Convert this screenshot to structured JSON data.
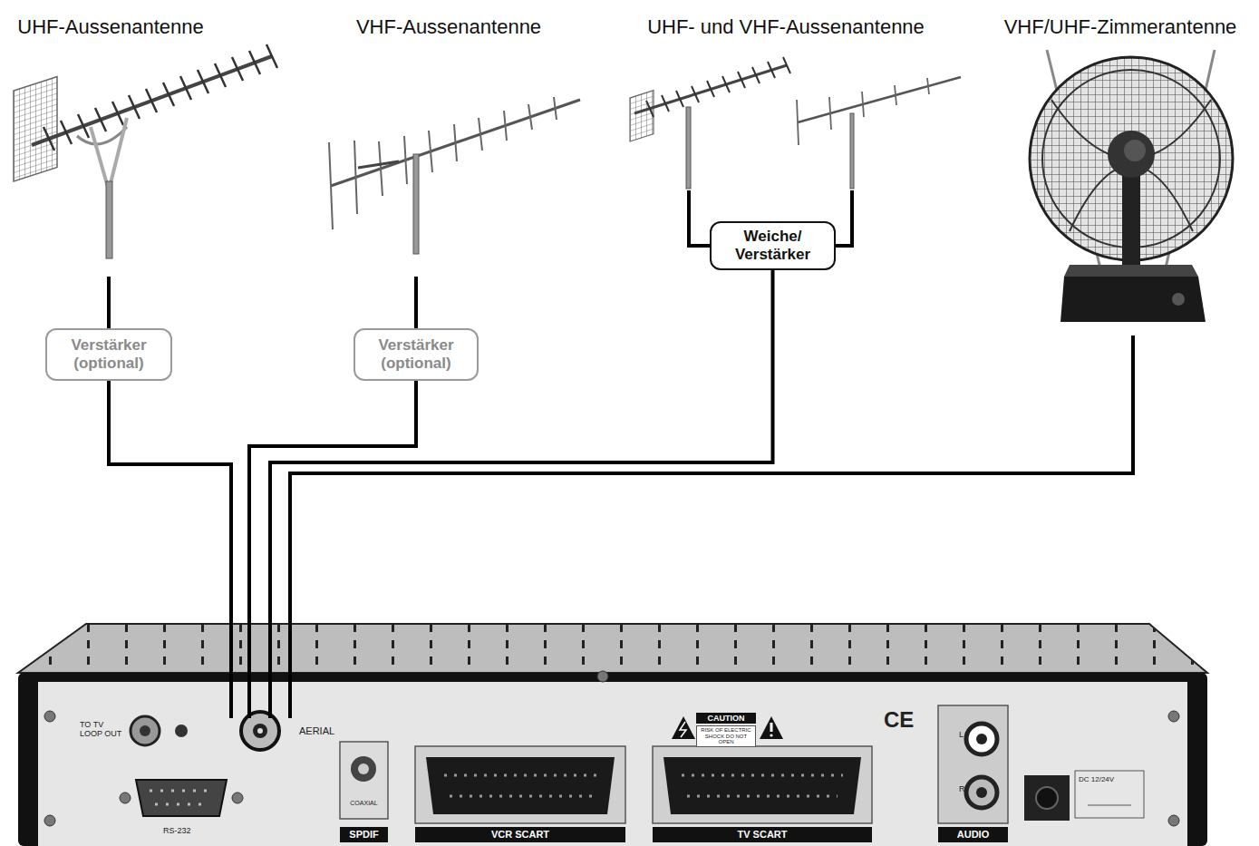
{
  "diagram": {
    "nodes": [
      {
        "text": [
          "UHF-Aussenantenne"
        ]
      },
      {
        "text": [
          "VHF-Aussenantenne"
        ]
      },
      {
        "text": [
          "UHF- und VHF-Aussenantenne"
        ]
      },
      {
        "text": [
          "VHF/UHF-Zimmerantenne"
        ]
      },
      {
        "text": [
          "Weiche/ Verstärker"
        ]
      },
      {
        "text": [
          "Verstärker (optional)"
        ]
      },
      {
        "text": [
          "Verstärker (optional)"
        ]
      },
      {
        "text": [
          "TO TV LOOP OUT",
          "AERIAL",
          "CAUTION",
          "RISK OF ELECTRIC SHOCK DO NOT OPEN",
          "CE",
          "L",
          "R",
          "DC 12/24V",
          "COAXIAL",
          "RS-232",
          "SPDIF",
          "VCR SCART",
          "TV SCART",
          "AUDIO"
        ]
      }
    ],
    "edges": [
      {
        "from": 0,
        "to": 5,
        "arrow": "none"
      },
      {
        "from": 5,
        "to": 7,
        "arrow": "none"
      },
      {
        "from": 1,
        "to": 6,
        "arrow": "none"
      },
      {
        "from": 6,
        "to": 7,
        "arrow": "none"
      },
      {
        "from": 2,
        "to": 4,
        "arrow": "none"
      },
      {
        "from": 4,
        "to": 7,
        "arrow": "none"
      },
      {
        "from": 3,
        "to": 7,
        "arrow": "none"
      }
    ]
  }
}
